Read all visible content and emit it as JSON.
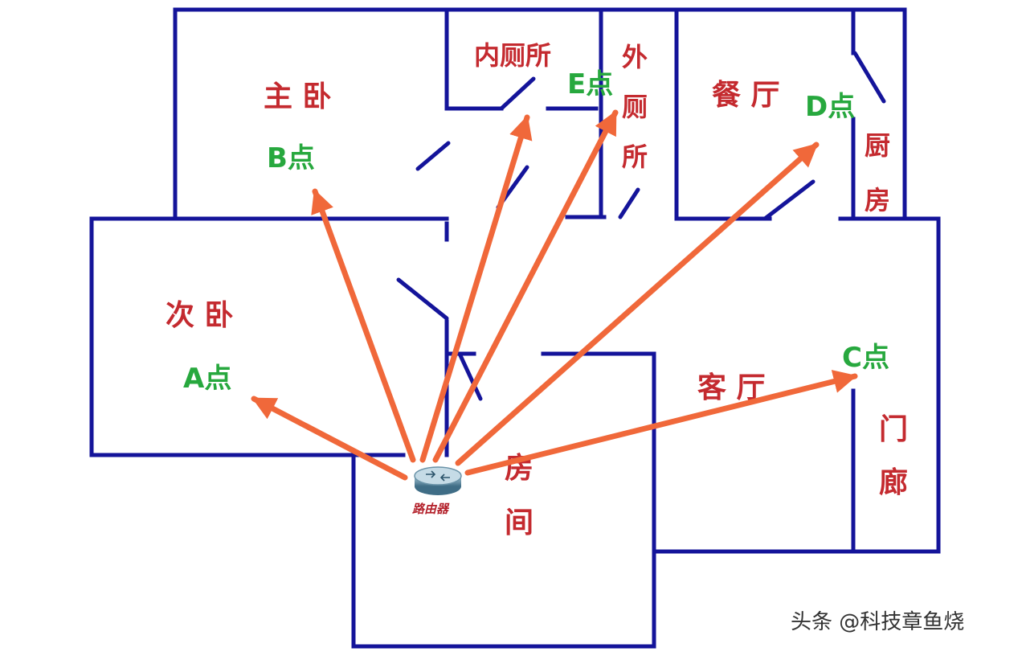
{
  "rooms": {
    "master_bedroom": "主 卧",
    "inner_toilet": "内厕所",
    "outer_toilet": [
      "外",
      "厕",
      "所"
    ],
    "dining_room": "餐 厅",
    "kitchen": [
      "厨",
      "房"
    ],
    "second_bedroom": "次 卧",
    "living_room": "客 厅",
    "room": [
      "房",
      "间"
    ],
    "entrance_hall": [
      "门",
      "廊"
    ]
  },
  "points": {
    "a": "A点",
    "b": "B点",
    "c": "C点",
    "d": "D点",
    "e": "E点"
  },
  "router": {
    "label": "路由器"
  },
  "watermark": "头条 @科技章鱼烧",
  "colors": {
    "wall": "#14149a",
    "room_label": "#c42a2f",
    "point_label": "#27a83e",
    "arrow": "#f0683a",
    "router_label": "#b3202a"
  }
}
